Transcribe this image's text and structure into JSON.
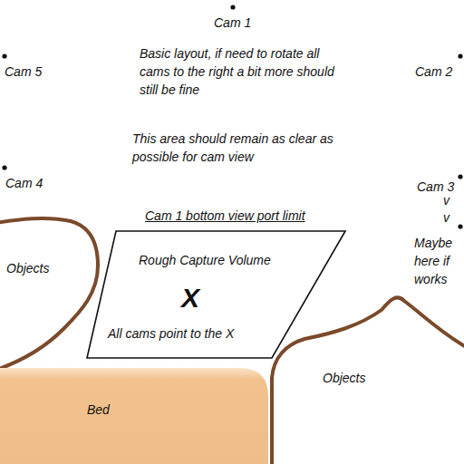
{
  "diagram": {
    "nodes": [
      {
        "text": [
          "Rough Capture Volume",
          "X",
          "All cams point to the X"
        ]
      },
      {
        "text": [
          "Objects"
        ]
      },
      {
        "text": [
          "Objects"
        ]
      },
      {
        "text": [
          "Bed"
        ]
      }
    ],
    "labels": [
      "Cam 1",
      "Cam 5",
      "Cam 2",
      "Cam 4",
      "Cam 3",
      "Basic layout, if need to rotate all cams to the right a bit more should still be fine",
      "This area should remain as clear as possible for cam view",
      "Cam 1 bottom view port limit",
      "v",
      "v",
      "Maybe here if works"
    ]
  }
}
